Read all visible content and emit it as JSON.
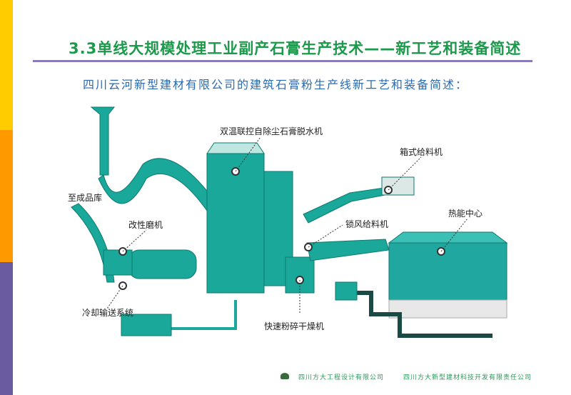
{
  "title": "3.3单线大规模处理工业副产石膏生产技术——新工艺和装备简述",
  "subtitle": "四川云河新型建材有限公司的建筑石膏粉生产线新工艺和装备简述：",
  "labels": {
    "dewater": "双温联控自除尘石膏脱水机",
    "box_feeder": "箱式给料机",
    "to_storage": "至成品库",
    "mill": "改性磨机",
    "airlock_feeder": "锁风给料机",
    "heat_center": "热能中心",
    "cooling": "冷却输送系统",
    "dryer": "快速粉碎干燥机"
  },
  "footer": {
    "company1": "四川方大工程设计有限公司",
    "company2": "四川方大新型建材科技开发有限责任公司"
  },
  "colors": {
    "equipment": "#1aa89a",
    "title": "#1a9a4a"
  }
}
